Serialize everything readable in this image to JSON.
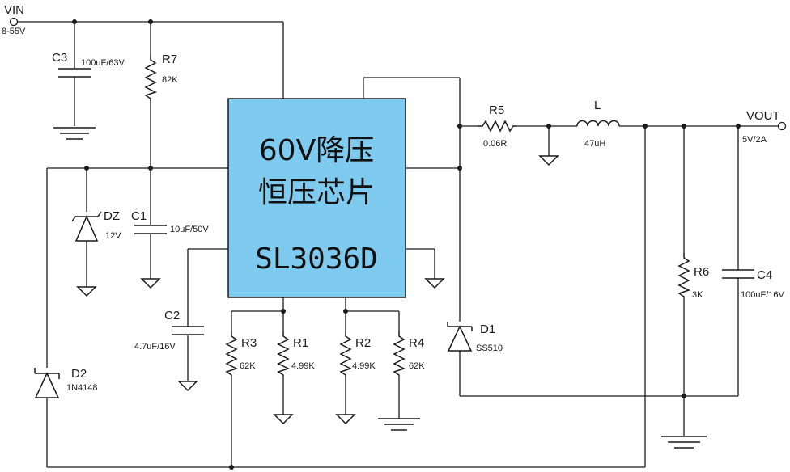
{
  "chip": {
    "line1": "60V降压",
    "line2": "恒压芯片",
    "part": "SL3036D",
    "fill_color": "#7ecbef"
  },
  "nets": {
    "vin": "VIN",
    "vin_range": "8-55V",
    "vout": "VOUT",
    "vout_spec": "5V/2A"
  },
  "components": {
    "c3": {
      "ref": "C3",
      "value": "100uF/63V"
    },
    "r7": {
      "ref": "R7",
      "value": "82K"
    },
    "dz": {
      "ref": "DZ",
      "value": "12V"
    },
    "c1": {
      "ref": "C1",
      "value": "10uF/50V"
    },
    "c2": {
      "ref": "C2",
      "value": "4.7uF/16V"
    },
    "d2": {
      "ref": "D2",
      "value": "1N4148"
    },
    "r3": {
      "ref": "R3",
      "value": "62K"
    },
    "r1": {
      "ref": "R1",
      "value": "4.99K"
    },
    "r2": {
      "ref": "R2",
      "value": "4.99K"
    },
    "r4": {
      "ref": "R4",
      "value": "62K"
    },
    "d1": {
      "ref": "D1",
      "value": "SS510"
    },
    "r5": {
      "ref": "R5",
      "value": "0.06R"
    },
    "l": {
      "ref": "L",
      "value": "47uH"
    },
    "r6": {
      "ref": "R6",
      "value": "3K"
    },
    "c4": {
      "ref": "C4",
      "value": "100uF/16V"
    }
  }
}
